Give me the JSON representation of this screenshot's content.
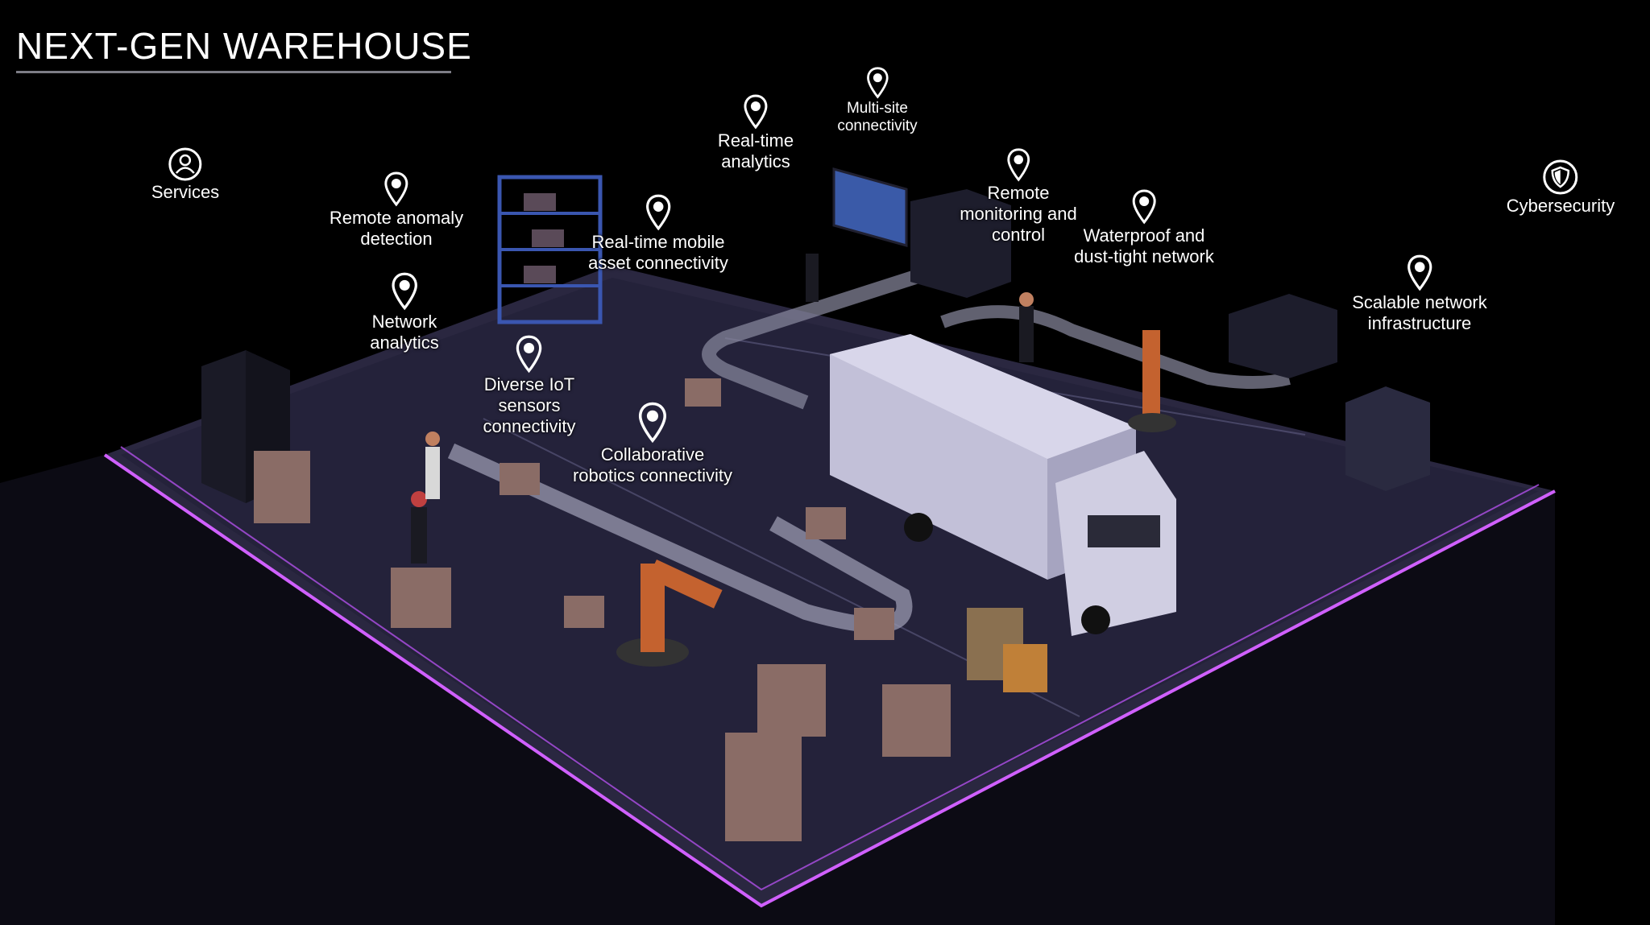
{
  "title": "NEXT-GEN WAREHOUSE",
  "colors": {
    "accent": "#d060ff",
    "floor": "#2a2740",
    "background": "#000000"
  },
  "hotspots": [
    {
      "id": "services",
      "label": "Services",
      "icon": "person-circle-icon"
    },
    {
      "id": "remote-anomaly-detection",
      "label": "Remote anomaly\ndetection",
      "icon": "map-pin-icon"
    },
    {
      "id": "network-analytics",
      "label": "Network\nanalytics",
      "icon": "map-pin-icon"
    },
    {
      "id": "diverse-iot-sensors",
      "label": "Diverse IoT\nsensors\nconnectivity",
      "icon": "map-pin-icon"
    },
    {
      "id": "real-time-mobile-asset",
      "label": "Real-time mobile\nasset connectivity",
      "icon": "map-pin-icon"
    },
    {
      "id": "collaborative-robotics",
      "label": "Collaborative\nrobotics connectivity",
      "icon": "map-pin-icon"
    },
    {
      "id": "real-time-analytics",
      "label": "Real-time\nanalytics",
      "icon": "map-pin-icon"
    },
    {
      "id": "multi-site-connectivity",
      "label": "Multi-site\nconnectivity",
      "icon": "map-pin-icon"
    },
    {
      "id": "remote-monitoring",
      "label": "Remote\nmonitoring and\ncontrol",
      "icon": "map-pin-icon"
    },
    {
      "id": "waterproof-network",
      "label": "Waterproof and\ndust-tight network",
      "icon": "map-pin-icon"
    },
    {
      "id": "scalable-network",
      "label": "Scalable network\ninfrastructure",
      "icon": "map-pin-icon"
    },
    {
      "id": "cybersecurity",
      "label": "Cybersecurity",
      "icon": "shield-icon"
    }
  ]
}
